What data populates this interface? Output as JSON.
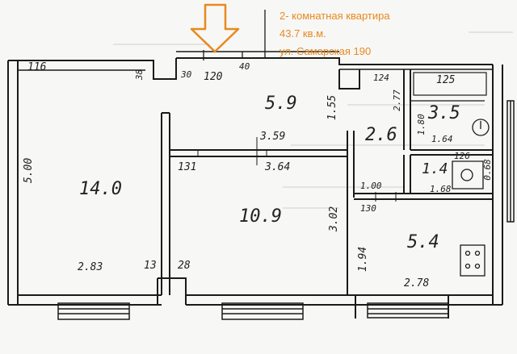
{
  "annotation": {
    "line1": "2- комнатная квартира",
    "line2": "43.7 кв.м.",
    "line3": "ул. Самарская 190",
    "color": "#e8891f"
  },
  "rooms": {
    "living_room": "14.0",
    "bedroom": "10.9",
    "corridor": "5.9",
    "hall": "2.6",
    "bathroom": "3.5",
    "toilet": "1.4",
    "kitchen": "5.4"
  },
  "dims": {
    "d116": "116",
    "d38": "38",
    "d30": "30",
    "d120": "120",
    "d40": "40",
    "d124": "124",
    "d125": "125",
    "d500": "5.00",
    "d155": "1.55",
    "d359": "3.59",
    "d364": "3.64",
    "d131": "131",
    "d277": "2.77",
    "d180": "1.80",
    "d164": "1.64",
    "d126": "126",
    "d068": "0.68",
    "d100": "1.00",
    "d168": "1.68",
    "d130": "130",
    "d302": "3.02",
    "d194": "1.94",
    "d283": "2.83",
    "d13": "13",
    "d28": "28",
    "d278": "2.78"
  },
  "colors": {
    "wall": "#1a1a1a",
    "paper": "#f7f7f5",
    "arrow": "#e8891f"
  }
}
